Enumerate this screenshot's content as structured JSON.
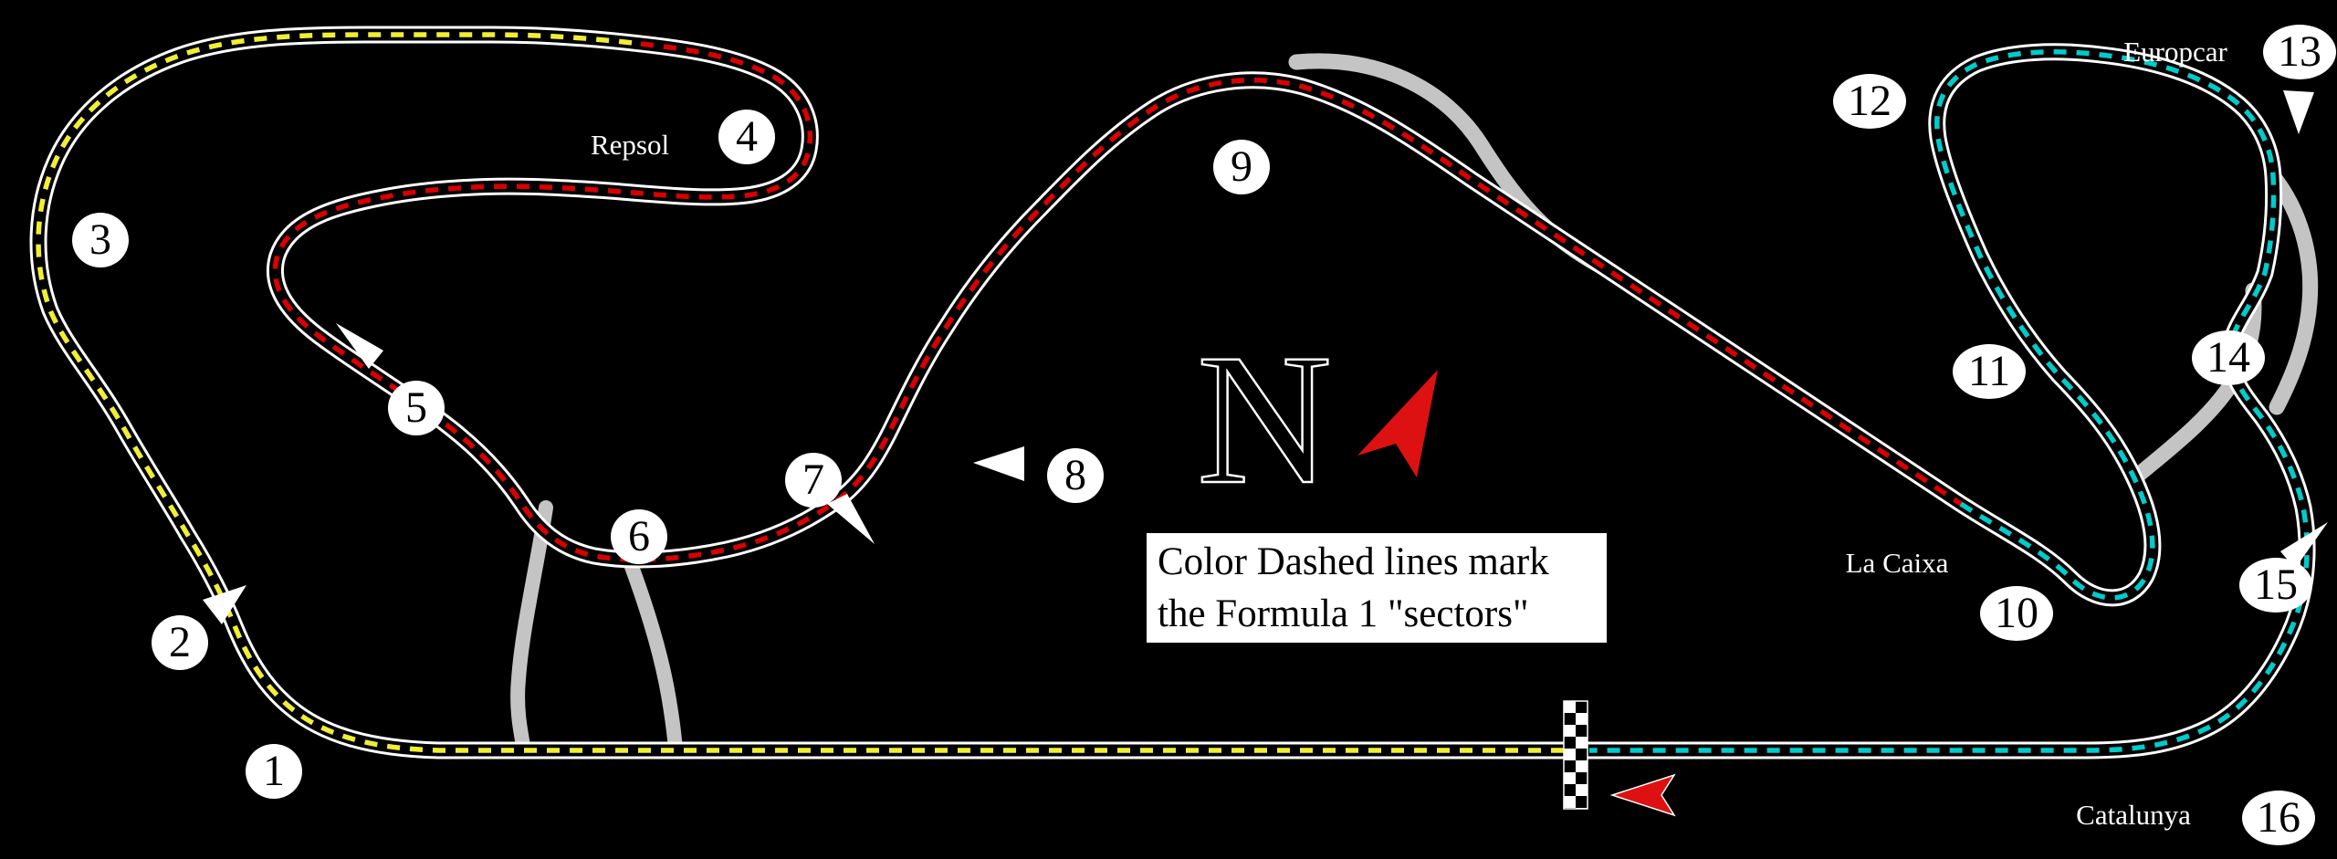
{
  "figure": {
    "compass_letter": "N",
    "caption_line1": "Color Dashed lines mark",
    "caption_line2": "the Formula 1 \"sectors\""
  },
  "labels": {
    "repsol": "Repsol",
    "europcar": "Europcar",
    "la_caixa": "La Caixa",
    "catalunya": "Catalunya"
  },
  "corners": [
    {
      "number": "1"
    },
    {
      "number": "2"
    },
    {
      "number": "3"
    },
    {
      "number": "4"
    },
    {
      "number": "5"
    },
    {
      "number": "6"
    },
    {
      "number": "7"
    },
    {
      "number": "8"
    },
    {
      "number": "9"
    },
    {
      "number": "10"
    },
    {
      "number": "11"
    },
    {
      "number": "12"
    },
    {
      "number": "13"
    },
    {
      "number": "14"
    },
    {
      "number": "15"
    },
    {
      "number": "16"
    }
  ],
  "colors": {
    "sector1": "#f0ee33",
    "sector2": "#d90000",
    "sector3": "#00cbcb",
    "track_edge": "#ffffff",
    "road": "#000000",
    "alt_road": "#c4c4c4",
    "arrow_red": "#dd1111",
    "pointer_white": "#ffffff"
  }
}
